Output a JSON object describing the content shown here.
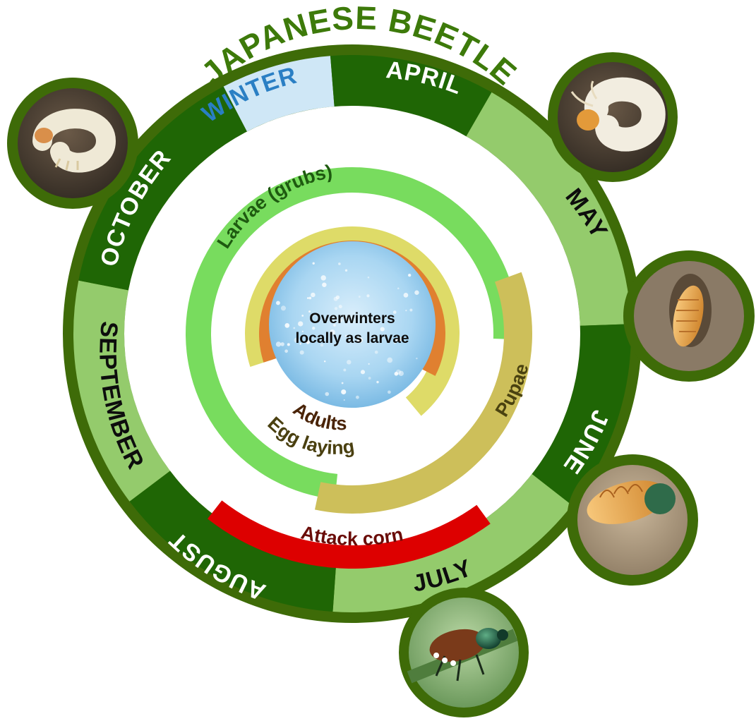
{
  "title": "JAPANESE BEETLE",
  "center_text": [
    "Overwinters",
    "locally as larvae"
  ],
  "months": [
    {
      "label": "WINTER",
      "fill": "#cfe7f6",
      "text_color": "#2a7fc4"
    },
    {
      "label": "APRIL",
      "fill": "#1f6605",
      "text_color": "#ffffff"
    },
    {
      "label": "MAY",
      "fill": "#94cb6c",
      "text_color": "#0d0d0d"
    },
    {
      "label": "JUNE",
      "fill": "#1f6605",
      "text_color": "#ffffff"
    },
    {
      "label": "JULY",
      "fill": "#94cb6c",
      "text_color": "#0d0d0d"
    },
    {
      "label": "AUGUST",
      "fill": "#1f6605",
      "text_color": "#ffffff"
    },
    {
      "label": "SEPTEMBER",
      "fill": "#94cb6c",
      "text_color": "#0d0d0d"
    },
    {
      "label": "OCTOBER",
      "fill": "#1f6605",
      "text_color": "#ffffff"
    }
  ],
  "phases": [
    {
      "label": "Larvae (grubs)",
      "color": "#78dc5e",
      "text_color": "#1e5a10"
    },
    {
      "label": "Pupae",
      "color": "#cdbf5a",
      "text_color": "#4a4210"
    },
    {
      "label": "Adults",
      "color": "#e08030",
      "text_color": "#4a2408"
    },
    {
      "label": "Egg laying",
      "color": "#dedb68",
      "text_color": "#4a4010"
    },
    {
      "label": "Attack corn",
      "color": "#dd0000",
      "text_color": "#6a0c08"
    }
  ],
  "photos": [
    {
      "icon": "grub-in-soil-photo"
    },
    {
      "icon": "curled-grub-photo"
    },
    {
      "icon": "prepupa-in-soil-photo"
    },
    {
      "icon": "pupa-photo"
    },
    {
      "icon": "adult-beetle-photo"
    }
  ],
  "colors": {
    "ring_border": "#3e6b08",
    "title": "#3d7a0a",
    "center_sky": "#a9d6f2"
  }
}
